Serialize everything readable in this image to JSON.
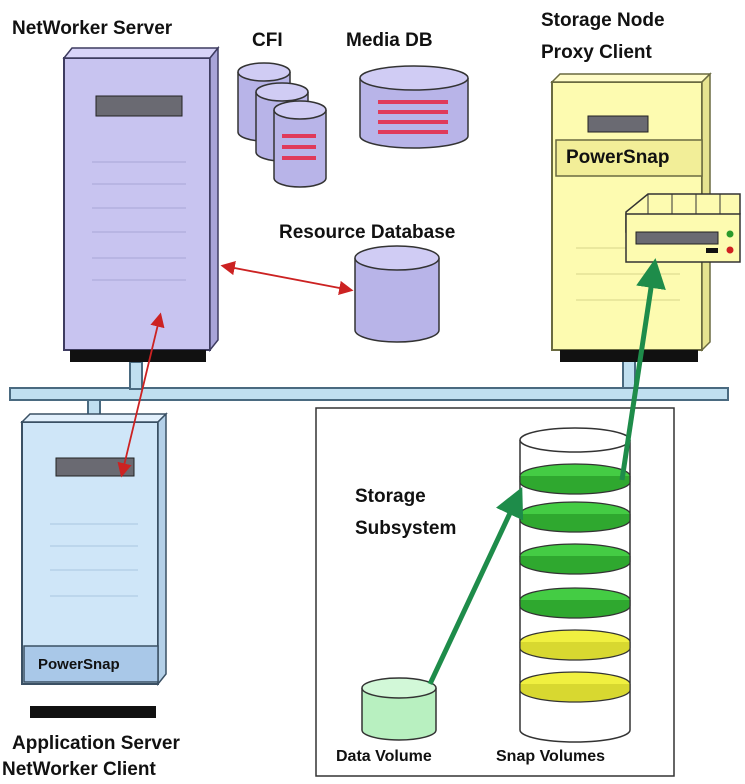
{
  "labels": {
    "networker_server": "NetWorker Server",
    "cfi": "CFI",
    "media_db": "Media DB",
    "storage_node_line1": "Storage Node",
    "storage_node_line2": "Proxy Client",
    "resource_database": "Resource Database",
    "storage_subsystem_line1": "Storage",
    "storage_subsystem_line2": "Subsystem",
    "application_server_line1": "Application Server",
    "application_server_line2": "NetWorker Client",
    "data_volume": "Data Volume",
    "snap_volumes": "Snap Volumes",
    "powersnap_storage": "PowerSnap",
    "powersnap_app": "PowerSnap"
  },
  "colors": {
    "server": "#c8c4f0",
    "server_line": "#a9a6d6",
    "storage_node": "#fdfbb0",
    "app_server": "#cfe6f8",
    "app_powersnap": "#a9c8e8",
    "db_fill": "#b8b4e8",
    "db_stripe": "#e03a5a",
    "network": "#c0dff0",
    "network_edge": "#4a6a80",
    "snap_green": "#44cc44",
    "snap_yellow": "#f0f040",
    "data_volume": "#b8f0c0",
    "red_arrow": "#cc2222",
    "green_arrow": "#1e8c4a",
    "base": "#111111"
  }
}
